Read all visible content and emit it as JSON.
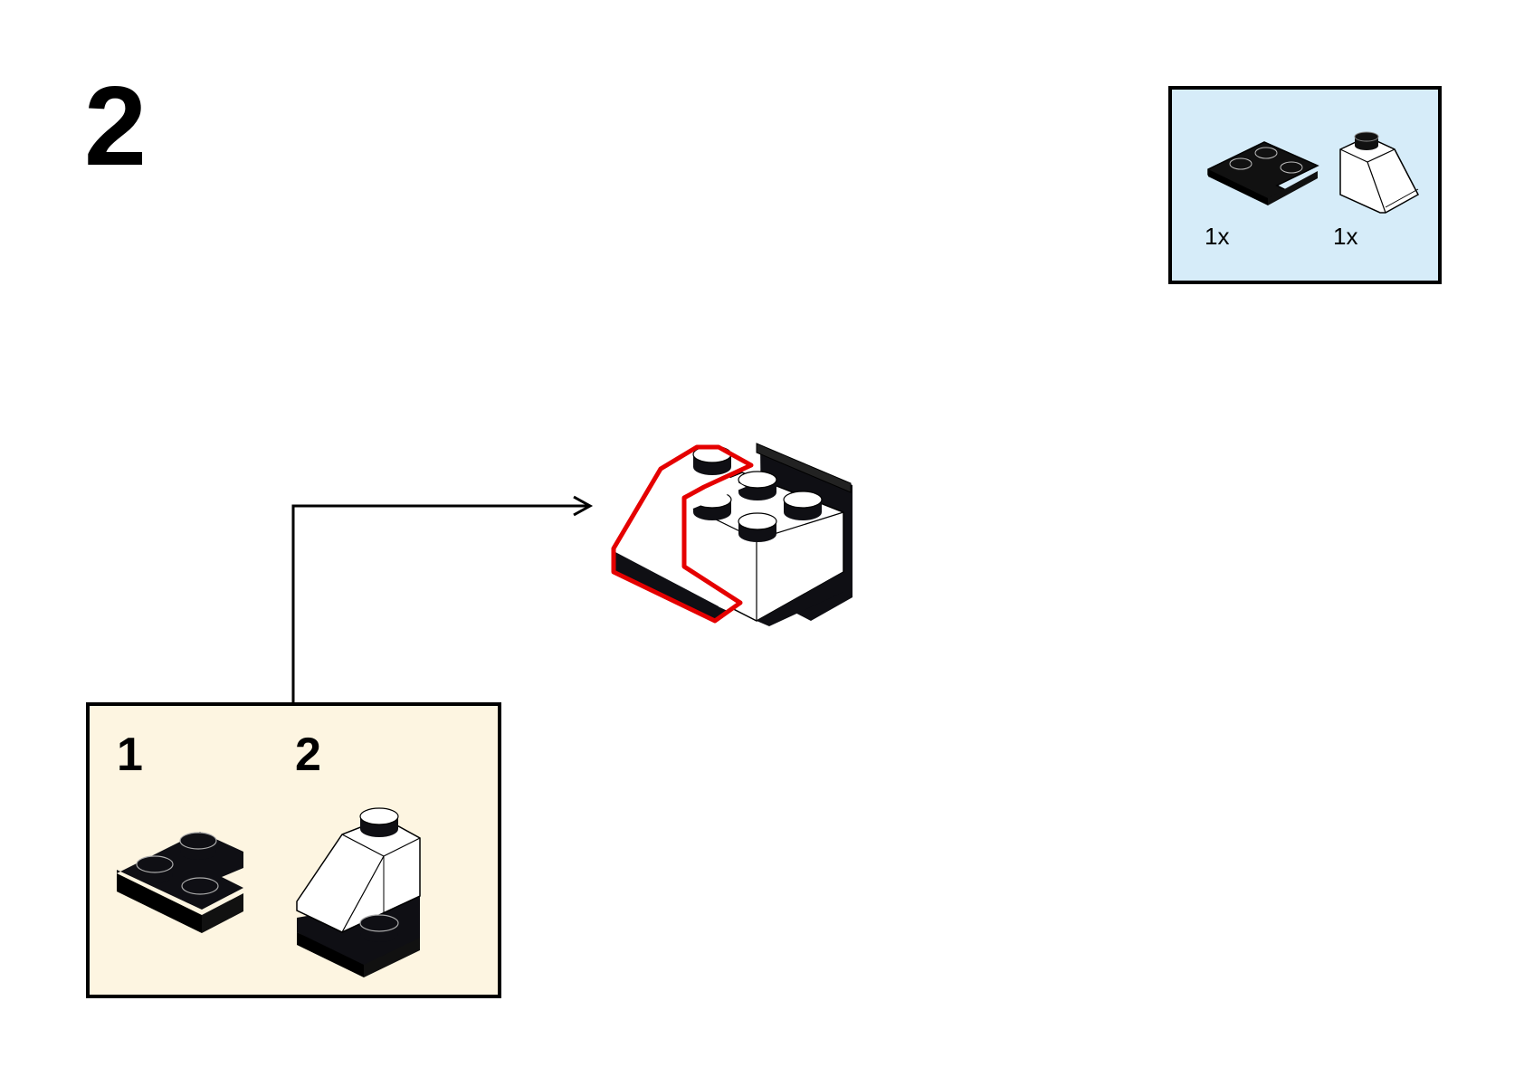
{
  "step": {
    "number": "2"
  },
  "parts_list": {
    "background": "#d6ecf9",
    "items": [
      {
        "icon": "black-corner-plate-icon",
        "color": "#0f0f14",
        "quantity": "1x"
      },
      {
        "icon": "white-slope-brick-icon",
        "color": "#ffffff",
        "quantity": "1x"
      }
    ]
  },
  "submodel": {
    "background": "#fdf5e1",
    "steps": [
      {
        "number": "1",
        "icon": "black-corner-plate-icon"
      },
      {
        "number": "2",
        "icon": "white-slope-on-plate-icon"
      }
    ]
  },
  "highlight_color": "#e50000"
}
